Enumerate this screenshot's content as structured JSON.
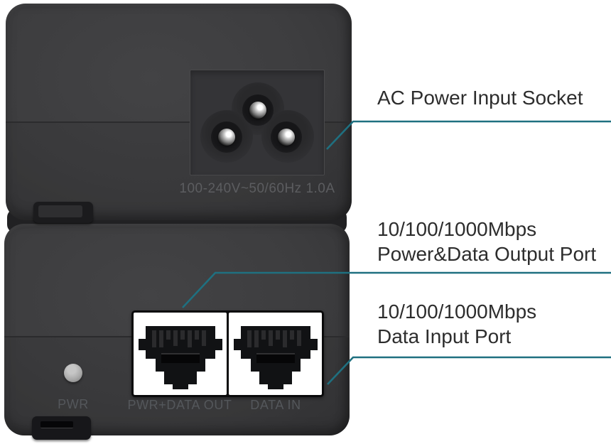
{
  "colors": {
    "accent": "#1f7080",
    "body": "#3d3d3f",
    "annotation_text": "#2d2d2d",
    "engraved_label": "#55585b",
    "led": "#a8a8a8"
  },
  "device_top": {
    "spec_label": "100-240V~50/60Hz 1.0A"
  },
  "device_bottom": {
    "led_label": "PWR",
    "ports": [
      {
        "label": "PWR+DATA OUT"
      },
      {
        "label": "DATA IN"
      }
    ]
  },
  "annotations": [
    {
      "lines": [
        "AC Power Input Socket"
      ]
    },
    {
      "lines": [
        "10/100/1000Mbps",
        "Power&Data Output Port"
      ]
    },
    {
      "lines": [
        "10/100/1000Mbps",
        "Data Input Port"
      ]
    }
  ]
}
